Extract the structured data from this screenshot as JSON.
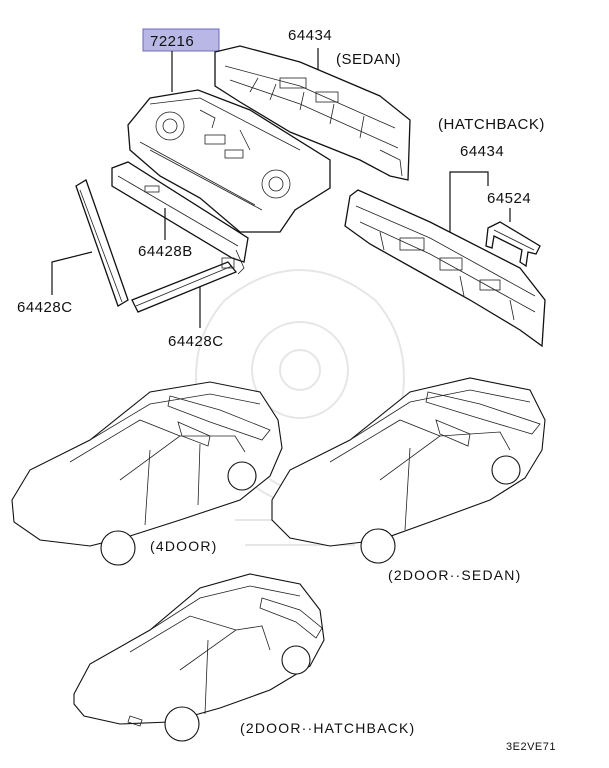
{
  "diagram": {
    "highlight_color": "#b9b7e6",
    "part_numbers": {
      "panel_main": "72216",
      "sedan_panel": "64434",
      "hatch_panel": "64434",
      "bracket_hatch": "64524",
      "reinforce_b": "64428B",
      "reinforce_c_left": "64428C",
      "reinforce_c_right": "64428C"
    },
    "variants": {
      "sedan": "(SEDAN)",
      "hatchback": "(HATCHBACK)"
    },
    "captions": {
      "four_door": "(4DOOR)",
      "two_door_sedan": "(2DOOR··SEDAN)",
      "two_door_hatchback": "(2DOOR··HATCHBACK)"
    },
    "figure_code": "3E2VE71"
  }
}
